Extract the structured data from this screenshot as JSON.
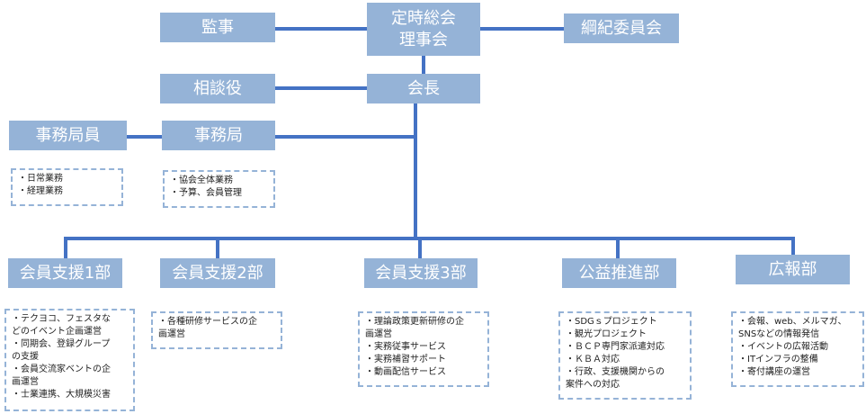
{
  "colors": {
    "box": "#95b3d7",
    "line": "#4472c4",
    "note_border": "#95b3d7",
    "box_text": "#ffffff"
  },
  "nodes": {
    "kanji": "監事",
    "teiji": [
      "定時総会",
      "理事会"
    ],
    "koki": "綱紀委員会",
    "sodan": "相談役",
    "kaicho": "会長",
    "jimukyokuin": "事務局員",
    "jimukyoku": "事務局",
    "shien1": "会員支援1部",
    "shien2": "会員支援2部",
    "shien3": "会員支援3部",
    "koeki": "公益推進部",
    "koho": "広報部"
  },
  "notes": {
    "jimukyokuin": [
      "・日常業務",
      "・経理業務"
    ],
    "jimukyoku": [
      "・協会全体業務",
      "・予算、会員管理"
    ],
    "shien1": [
      "・テクヨコ、フェスタな",
      "どのイベント企画運営",
      "・同期会、登録グループ",
      "の支援",
      "・会員交流家ベントの企",
      "画運営",
      "・士業連携、大規模災害"
    ],
    "shien2": [
      "・各種研修サービスの企",
      "画運営"
    ],
    "shien3": [
      "・理論政策更新研修の企",
      "画運営",
      "・実務従事サービス",
      "・実務補習サポート",
      "・動画配信サービス"
    ],
    "koeki": [
      "・SDGｓプロジェクト",
      "・観光プロジェクト",
      "・ＢＣＰ専門家派遣対応",
      "・ＫＢＡ対応",
      "・行政、支援機関からの",
      "案件への対応"
    ],
    "koho": [
      "・会報、web、メルマガ、",
      "SNSなどの情報発信",
      "・イベントの広報活動",
      "・ITインフラの整備",
      "・寄付講座の運営"
    ]
  }
}
